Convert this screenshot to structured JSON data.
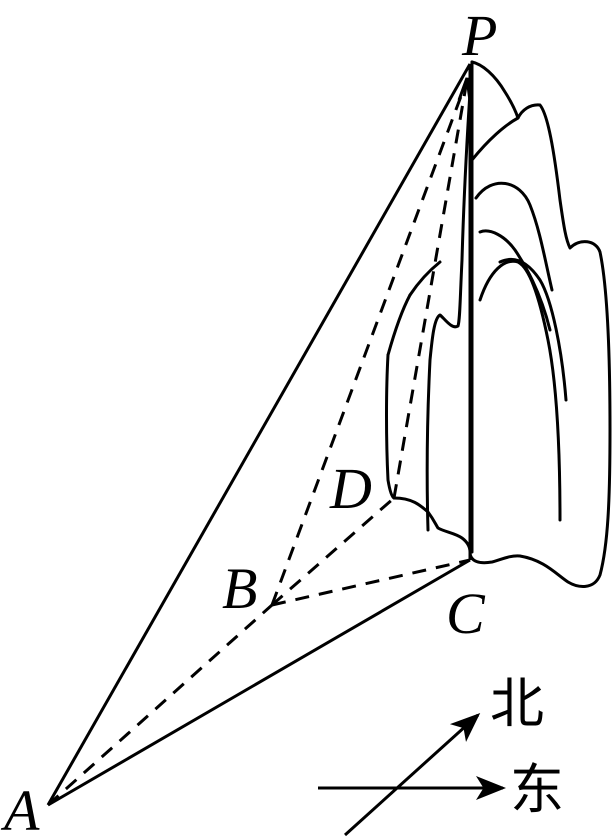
{
  "points": {
    "P": "P",
    "A": "A",
    "B": "B",
    "C": "C",
    "D": "D"
  },
  "compass": {
    "north": "北",
    "east": "东"
  }
}
